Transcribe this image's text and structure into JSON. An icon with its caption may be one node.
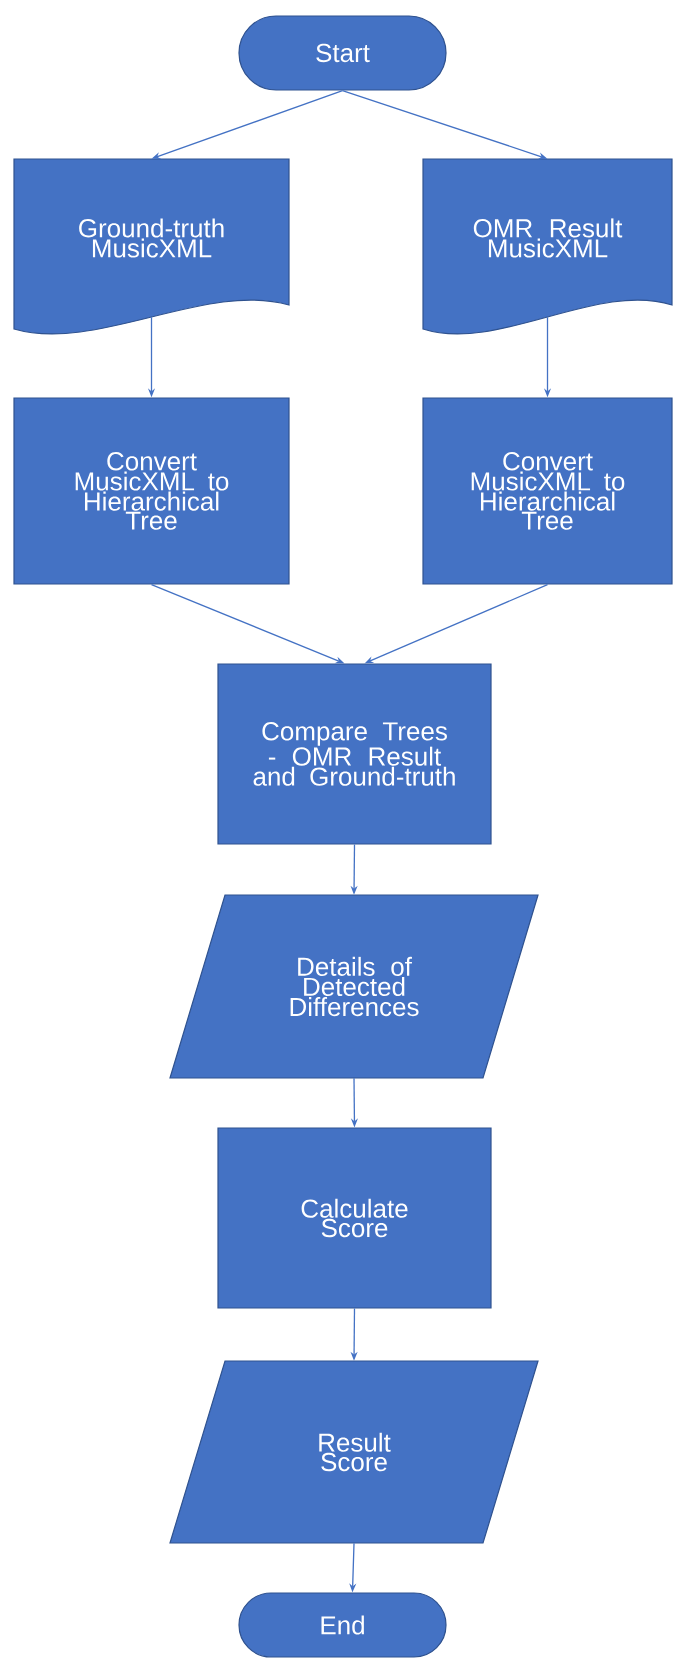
{
  "diagram": {
    "nodes": [
      {
        "text": [
          "Start"
        ]
      },
      {
        "text": [
          "Ground-truth MusicXML"
        ]
      },
      {
        "text": [
          "OMR Result MusicXML"
        ]
      },
      {
        "text": [
          "Convert MusicXML to Hierarchical Tree"
        ]
      },
      {
        "text": [
          "Convert MusicXML to Hierarchical Tree"
        ]
      },
      {
        "text": [
          "Compare Trees - OMR Result and Ground-truth"
        ]
      },
      {
        "text": [
          "Details of Detected Differences"
        ]
      },
      {
        "text": [
          "Calculate Score"
        ]
      },
      {
        "text": [
          "Result Score"
        ]
      },
      {
        "text": [
          "End"
        ]
      }
    ],
    "edges": [
      {
        "from": 0,
        "to": 1,
        "arrow": "to"
      },
      {
        "from": 0,
        "to": 2,
        "arrow": "to"
      },
      {
        "from": 1,
        "to": 3,
        "arrow": "to"
      },
      {
        "from": 2,
        "to": 4,
        "arrow": "to"
      },
      {
        "from": 3,
        "to": 5,
        "arrow": "to"
      },
      {
        "from": 4,
        "to": 5,
        "arrow": "to"
      },
      {
        "from": 5,
        "to": 6,
        "arrow": "to"
      },
      {
        "from": 6,
        "to": 7,
        "arrow": "to"
      },
      {
        "from": 7,
        "to": 8,
        "arrow": "to"
      },
      {
        "from": 8,
        "to": 9,
        "arrow": "to"
      }
    ]
  }
}
